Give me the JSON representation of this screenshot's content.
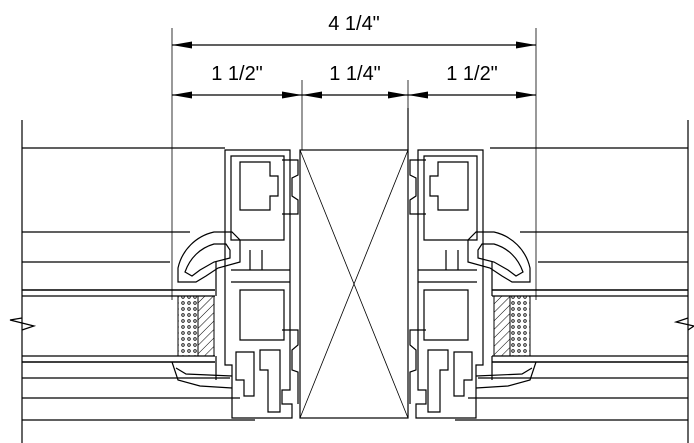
{
  "dimensions": {
    "overall": "4 1/4\"",
    "left": "1 1/2\"",
    "center": "1 1/4\"",
    "right": "1 1/2\""
  }
}
